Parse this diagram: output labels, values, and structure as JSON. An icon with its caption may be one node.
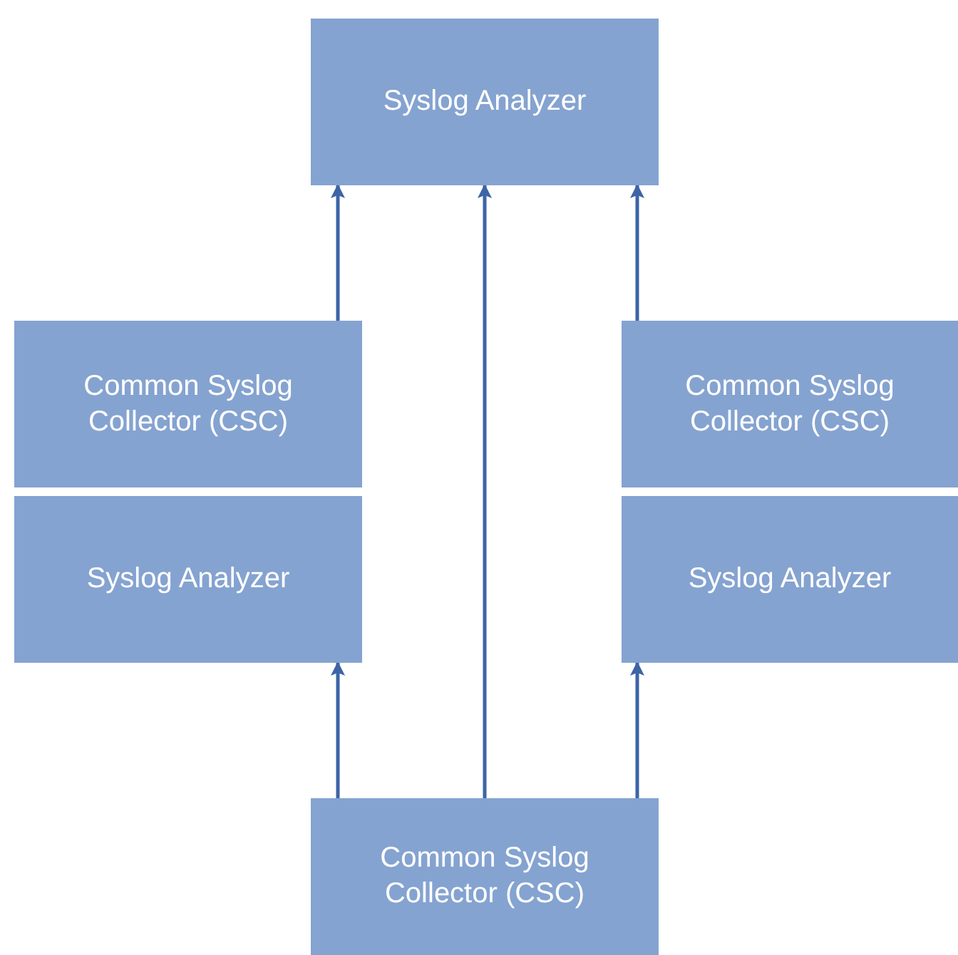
{
  "diagram": {
    "nodes": [
      {
        "text": [
          "Syslog Analyzer"
        ]
      },
      {
        "text": [
          "Common Syslog Collector (CSC)"
        ]
      },
      {
        "text": [
          "Common Syslog Collector (CSC)"
        ]
      },
      {
        "text": [
          "Syslog Analyzer"
        ]
      },
      {
        "text": [
          "Syslog Analyzer"
        ]
      },
      {
        "text": [
          "Common Syslog Collector (CSC)"
        ]
      }
    ],
    "edges": [
      {
        "from": 1,
        "to": 0,
        "arrow": "to"
      },
      {
        "from": 5,
        "to": 0,
        "arrow": "to"
      },
      {
        "from": 2,
        "to": 0,
        "arrow": "to"
      },
      {
        "from": 5,
        "to": 3,
        "arrow": "to"
      },
      {
        "from": 5,
        "to": 4,
        "arrow": "to"
      }
    ]
  }
}
